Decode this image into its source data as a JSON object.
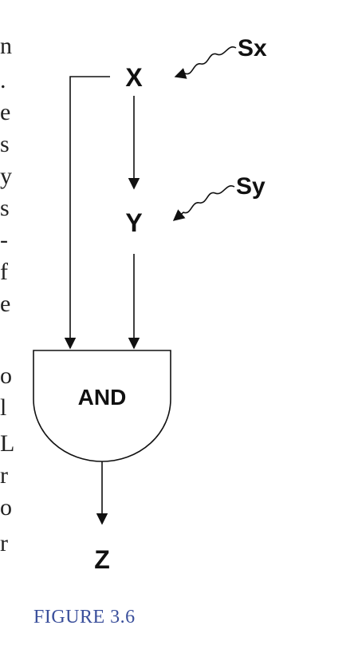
{
  "diagram": {
    "nodes": {
      "x": "X",
      "y": "Y",
      "z": "Z"
    },
    "signals": {
      "sx": "Sx",
      "sy": "Sy"
    },
    "gate": {
      "label": "AND"
    }
  },
  "margin_text": [
    "n",
    ".",
    "e",
    "s",
    "y",
    "s",
    "-",
    "f",
    "e",
    "o",
    "l",
    "L",
    "r",
    "o",
    "r"
  ],
  "caption": "FIGURE 3.6",
  "colors": {
    "caption": "#3a4f9b",
    "ink": "#111111"
  }
}
